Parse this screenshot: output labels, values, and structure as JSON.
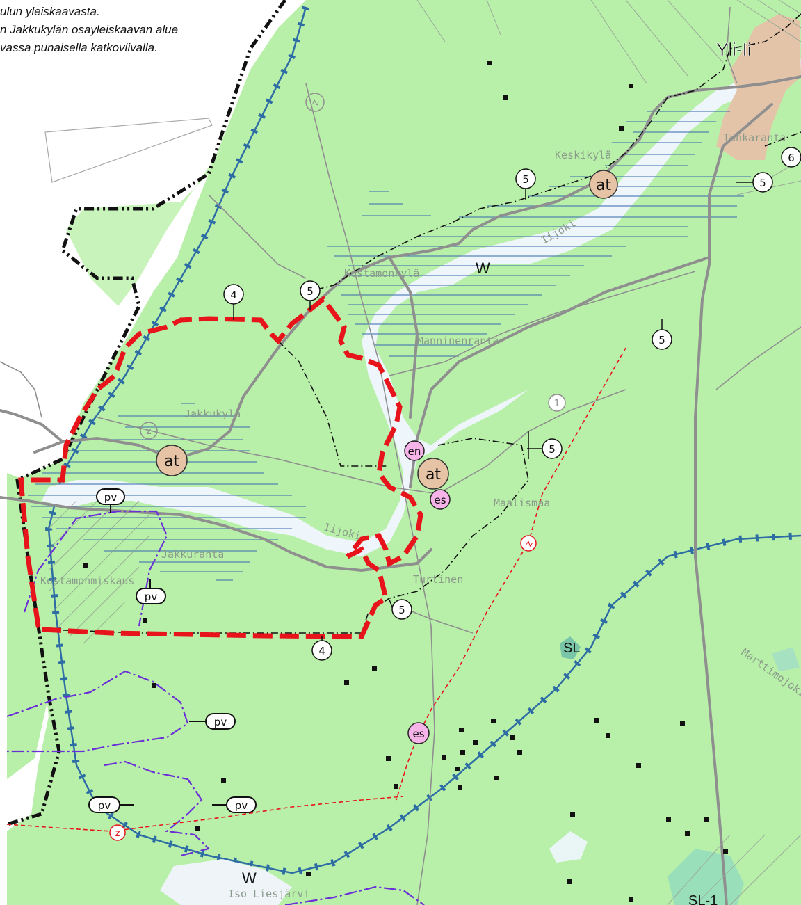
{
  "caption": {
    "line1": "ulun yleiskaavasta.",
    "line2": "n Jakkukylän osayleiskaavan alue",
    "line3": "vassa punaisella katkoviivalla."
  },
  "colors": {
    "land": "#b9f0a9",
    "water": "#eef6fb",
    "settlement": "#e3c4a8",
    "plan_boundary": "#e8141b",
    "road": "#8f8f8f",
    "protection_line": "#3f6fb0",
    "route_line": "#6a2fd6",
    "powerline": "#e8141b",
    "at_fill": "#e6c3a5",
    "es_fill": "#f6b3e8"
  },
  "place_names": {
    "yli_ii": "Yli-Ii",
    "keskikyla": "Keskikylä",
    "kostamonkyla": "Kostamonkylä",
    "manninenranta": "Manninenranta",
    "jakkukyla": "Jakkukylä",
    "iijoki_upper": "Iijoki",
    "iijoki_lower": "Iijoki",
    "jakkuranta": "Jakkuranta",
    "maalismaa": "Maalismaa",
    "turtinen": "Turtinen",
    "kostamonmiskaus": "Kostamonmiskaus",
    "tunkaranta": "Tunkaranta",
    "marttimojoki": "Marttimojoki",
    "iso_liesjarvi": "Iso Liesjärvi"
  },
  "area_labels": {
    "w_upper": "W",
    "w_lower": "W",
    "sl": "SL",
    "sl1": "SL-1"
  },
  "symbols": {
    "at": "at",
    "en": "en",
    "es": "es",
    "pv": "pv",
    "z": "z",
    "n4": "4",
    "n5": "5",
    "n6": "6",
    "n1": "1"
  }
}
